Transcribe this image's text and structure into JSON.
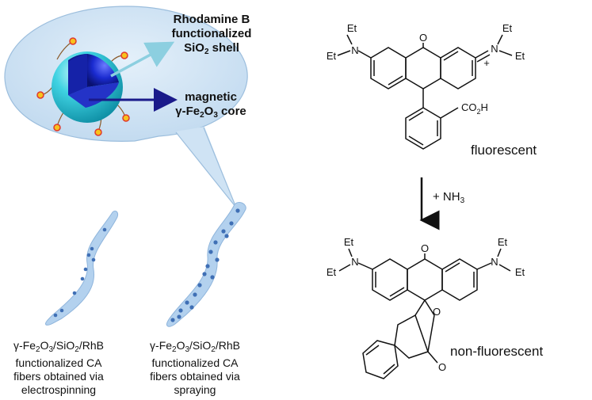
{
  "bubble": {
    "shell_label": {
      "l1": "Rhodamine B",
      "l2": "functionalized",
      "l3a": "SiO",
      "l3b": "2",
      "l3c": " shell"
    },
    "core_label": {
      "l1": "magnetic",
      "l2a": "γ-Fe",
      "l2b": "2",
      "l2c": "O",
      "l2d": "3",
      "l2e": " core"
    }
  },
  "fibers": {
    "left": {
      "f1": "γ-Fe",
      "s1": "2",
      "f2": "O",
      "s2": "3",
      "f3": "/SiO",
      "s3": "2",
      "f4": "/RhB",
      "l2": "functionalized CA",
      "l3": "fibers obtained via",
      "l4": "electrospinning"
    },
    "right": {
      "f1": "γ-Fe",
      "s1": "2",
      "f2": "O",
      "s2": "3",
      "f3": "/SiO",
      "s3": "2",
      "f4": "/RhB",
      "l2": "functionalized CA",
      "l3": "fibers obtained via",
      "l4": "spraying"
    }
  },
  "molecules": {
    "et": "Et",
    "n": "N",
    "o": "O",
    "plus": "+",
    "acid": "CO",
    "acid_sub": "2",
    "acid_h": "H",
    "state_top": "fluorescent",
    "state_bottom": "non-fluorescent",
    "reagent_a": "+ NH",
    "reagent_sub": "3"
  },
  "colors": {
    "bubble": "#cfe3f4",
    "shell": "#22c6d8",
    "core": "#1a2bd0",
    "fiber": "#b3d1ee",
    "dot": "#3f6fb5",
    "arrow_shell": "#8ccfe0",
    "arrow_core": "#1a1a8a"
  }
}
